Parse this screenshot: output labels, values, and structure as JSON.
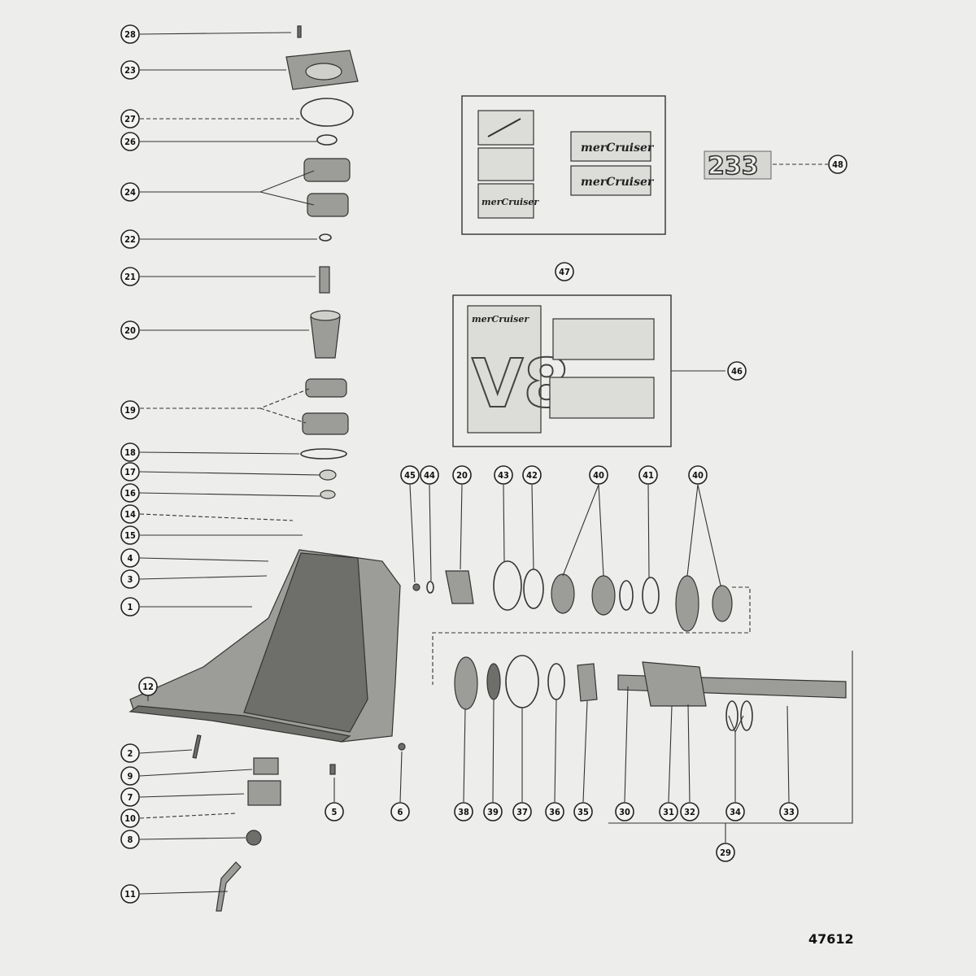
{
  "diagram": {
    "reference_number": "47612",
    "model_decal": "233",
    "decal_brand_text": "merCruiser",
    "decal_badge": "V8",
    "callouts": [
      {
        "label": "28"
      },
      {
        "label": "23"
      },
      {
        "label": "27"
      },
      {
        "label": "26"
      },
      {
        "label": "24"
      },
      {
        "label": "22"
      },
      {
        "label": "21"
      },
      {
        "label": "20"
      },
      {
        "label": "19"
      },
      {
        "label": "18"
      },
      {
        "label": "17"
      },
      {
        "label": "16"
      },
      {
        "label": "14"
      },
      {
        "label": "15"
      },
      {
        "label": "4"
      },
      {
        "label": "3"
      },
      {
        "label": "1"
      },
      {
        "label": "12"
      },
      {
        "label": "2"
      },
      {
        "label": "9"
      },
      {
        "label": "7"
      },
      {
        "label": "10"
      },
      {
        "label": "8"
      },
      {
        "label": "11"
      },
      {
        "label": "5"
      },
      {
        "label": "6"
      },
      {
        "label": "45"
      },
      {
        "label": "44"
      },
      {
        "label": "20"
      },
      {
        "label": "43"
      },
      {
        "label": "42"
      },
      {
        "label": "40"
      },
      {
        "label": "41"
      },
      {
        "label": "40"
      },
      {
        "label": "38"
      },
      {
        "label": "39"
      },
      {
        "label": "37"
      },
      {
        "label": "36"
      },
      {
        "label": "35"
      },
      {
        "label": "30"
      },
      {
        "label": "31"
      },
      {
        "label": "32"
      },
      {
        "label": "34"
      },
      {
        "label": "33"
      },
      {
        "label": "29"
      },
      {
        "label": "47"
      },
      {
        "label": "46"
      },
      {
        "label": "48"
      }
    ]
  }
}
